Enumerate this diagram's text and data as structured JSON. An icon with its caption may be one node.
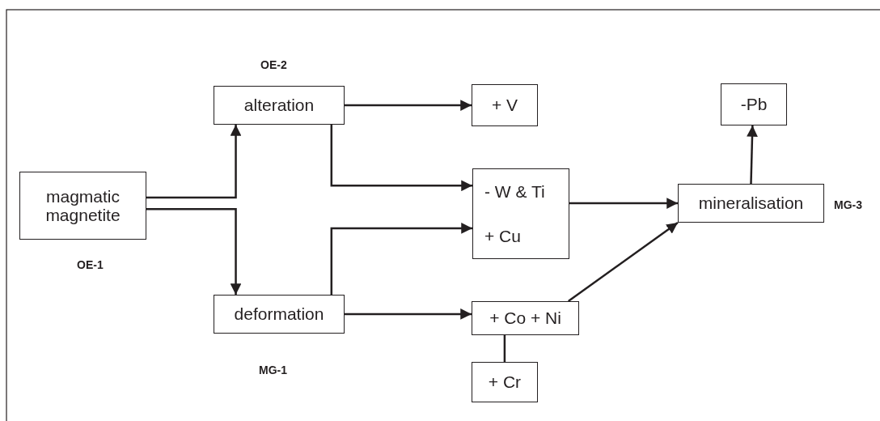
{
  "diagram": {
    "nodes": [
      {
        "text": [
          "magmatic magnetite"
        ],
        "beside": [
          "OE-1"
        ]
      },
      {
        "text": [
          "alteration"
        ],
        "beside": [
          "OE-2"
        ]
      },
      {
        "text": [
          "deformation"
        ],
        "beside": [
          "MG-1"
        ]
      },
      {
        "text": [
          "+ V"
        ]
      },
      {
        "text": [
          "- W & Ti",
          "+ Cu"
        ]
      },
      {
        "text": [
          "mineralisation"
        ],
        "beside": [
          "MG-3"
        ]
      },
      {
        "text": [
          "-Pb"
        ]
      },
      {
        "text": [
          "+ Co + Ni"
        ]
      },
      {
        "text": [
          "+ Cr"
        ]
      }
    ],
    "edges": [
      {
        "from": 0,
        "to": 1,
        "arrow": "to"
      },
      {
        "from": 0,
        "to": 2,
        "arrow": "to"
      },
      {
        "from": 1,
        "to": 3,
        "arrow": "to"
      },
      {
        "from": 1,
        "to": 4,
        "arrow": "to"
      },
      {
        "from": 2,
        "to": 4,
        "arrow": "to"
      },
      {
        "from": 2,
        "to": 7,
        "arrow": "to"
      },
      {
        "from": 4,
        "to": 5,
        "arrow": "to"
      },
      {
        "from": 7,
        "to": 5,
        "arrow": "to"
      },
      {
        "from": 5,
        "to": 6,
        "arrow": "to"
      },
      {
        "from": 7,
        "to": 8,
        "arrow": "none"
      }
    ]
  }
}
